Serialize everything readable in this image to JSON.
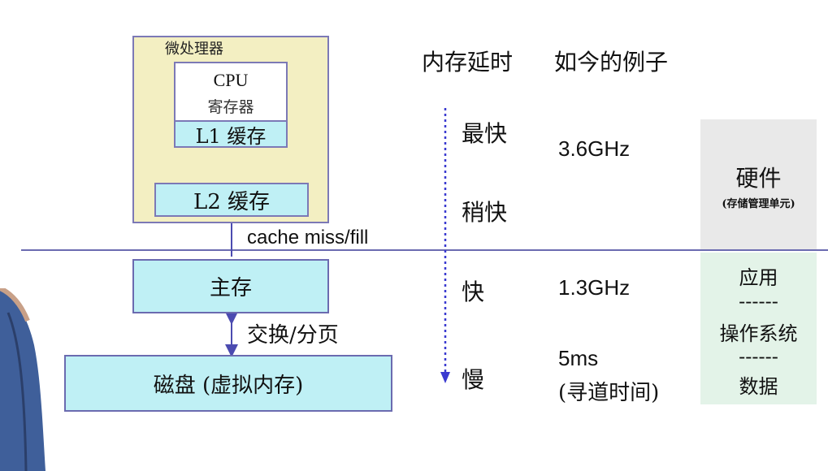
{
  "diagram": {
    "microprocessor_label": "微处理器",
    "cpu_label": "CPU",
    "cpu_sub": "寄存器",
    "l1_label": "L1 缓存",
    "l2_label": "L2 缓存",
    "main_label": "主存",
    "disk_label": "磁盘 (虚拟内存)",
    "cache_link_label": "cache miss/fill",
    "swap_link_label": "交换/分页"
  },
  "columns": {
    "latency_header": "内存延时",
    "example_header": "如今的例子"
  },
  "speeds": {
    "fastest": "最快",
    "faster": "稍快",
    "fast": "快",
    "slow": "慢"
  },
  "examples": {
    "cpu": "3.6GHz",
    "memory": "1.3GHz",
    "disk_time": "5ms",
    "disk_note": "(寻道时间)"
  },
  "side_panel": {
    "hardware_title": "硬件",
    "hardware_sub": "(存储管理单元)",
    "software_items": [
      "应用",
      "------",
      "操作系统",
      "------",
      "数据"
    ]
  },
  "colors": {
    "cache_fill": "#bff0f5",
    "processor_fill": "#f3efc2",
    "border": "#6b6bb0",
    "arrow": "#4b4bb0"
  }
}
